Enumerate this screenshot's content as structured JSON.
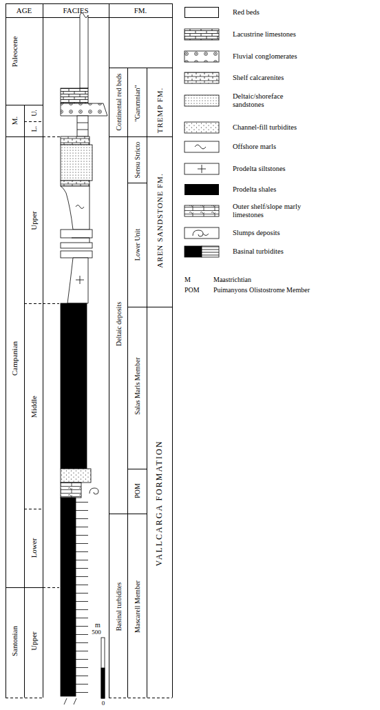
{
  "diagram": {
    "labels": [
      "AGE",
      "FACIES",
      "FM.",
      "Paleocene",
      "M.",
      "U.",
      "L.",
      "Campanian",
      "Upper",
      "Middle",
      "Lower",
      "Santonian",
      "Upper",
      "Continental red beds",
      "\"Garumnian\"",
      "TREMP FM.",
      "Sensu Stricto",
      "Lower Unit",
      "AREN SANDSTONE FM.",
      "Deltaic deposits",
      "Salas Marls Member",
      "POM",
      "Basinal turbidites",
      "Mascarell Member",
      "VALLCARGA FORMATION",
      "m",
      "500",
      "0",
      "M",
      "Maastrichtian",
      "POM",
      "Puimanyons Olistostrome Member"
    ],
    "legend": [
      {
        "text": "Red beds",
        "color": "#ffffff"
      },
      {
        "text": "Lacustrine limestones"
      },
      {
        "text": "Fluvial conglomerates"
      },
      {
        "text": "Shelf calcarenites"
      },
      {
        "text": "Deltaic/shoreface sandstones"
      },
      {
        "text": "Channel-fill turbidites"
      },
      {
        "text": "Offshore marls"
      },
      {
        "text": "Prodelta siltstones"
      },
      {
        "text": "Prodelta shales",
        "color": "#000000"
      },
      {
        "text": "Outer shelf/slope marly limestones"
      },
      {
        "text": "Slumps deposits"
      },
      {
        "text": "Basinal turbidites"
      }
    ]
  }
}
